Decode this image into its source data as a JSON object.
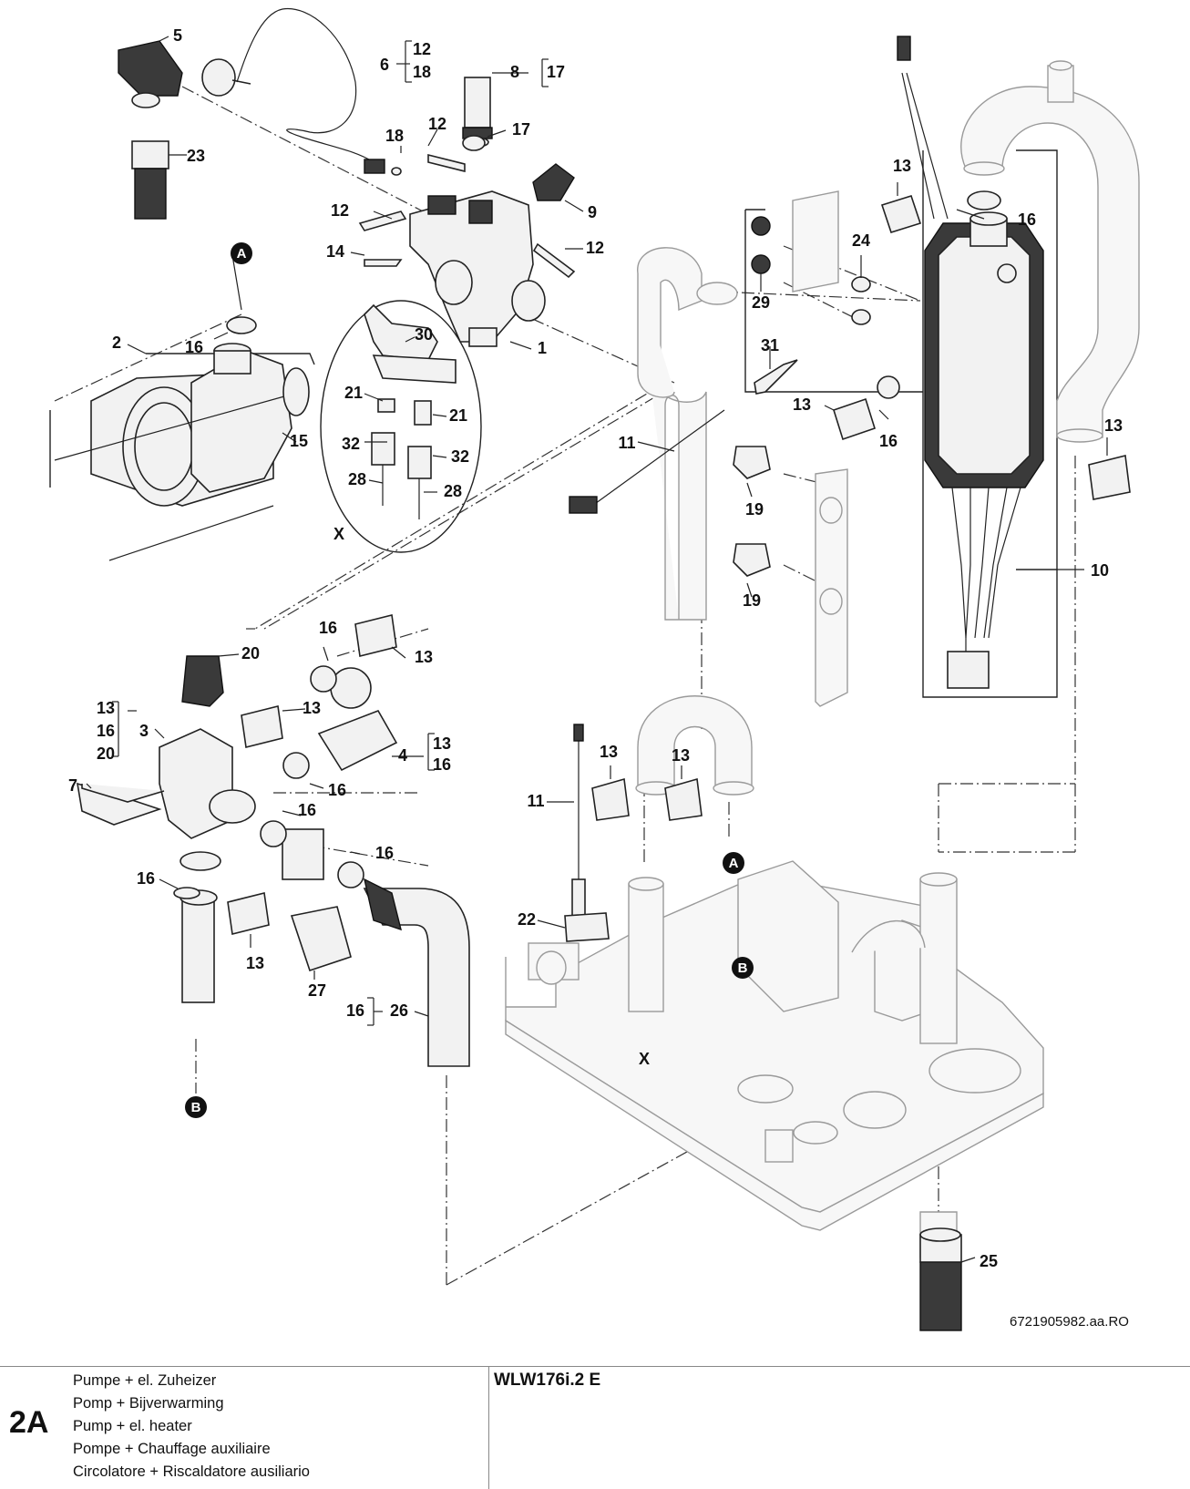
{
  "drawing_number": "6721905982.aa.RO",
  "detail_marker": "X",
  "ref_markers": {
    "a": "A",
    "b": "B"
  },
  "callouts": {
    "c1": "1",
    "c2": "2",
    "c3": "3",
    "c4": "4",
    "c5": "5",
    "c6": "6",
    "c7": "7",
    "c8": "8",
    "c9": "9",
    "c10": "10",
    "c11a": "11",
    "c11b": "11",
    "c12a": "12",
    "c12b": "12",
    "c12c": "12",
    "c12g": "12",
    "c13a": "13",
    "c13b": "13",
    "c13c": "13",
    "c13d": "13",
    "c13e": "13",
    "c13f": "13",
    "c13g": "13",
    "c13h": "13",
    "c13i": "13",
    "c13j": "13",
    "c14": "14",
    "c15": "15",
    "c16a": "16",
    "c16b": "16",
    "c16c": "16",
    "c16d": "16",
    "c16e": "16",
    "c16f": "16",
    "c16g": "16",
    "c16h": "16",
    "c16i": "16",
    "c16j": "16",
    "c16k": "16",
    "c17a": "17",
    "c17b": "17",
    "c18a": "18",
    "c18b": "18",
    "c19a": "19",
    "c19b": "19",
    "c20a": "20",
    "c20b": "20",
    "c21a": "21",
    "c21b": "21",
    "c22": "22",
    "c23": "23",
    "c24": "24",
    "c25": "25",
    "c26": "26",
    "c27": "27",
    "c28a": "28",
    "c28b": "28",
    "c29": "29",
    "c30": "30",
    "c31": "31",
    "c32a": "32",
    "c32b": "32"
  },
  "footer": {
    "code": "2A",
    "titles": [
      "Pumpe + el. Zuheizer",
      "Pomp + Bijverwarming",
      "Pump + el. heater",
      "Pompe + Chauffage auxiliaire",
      "Circolatore + Riscaldatore ausiliario"
    ],
    "model": "WLW176i.2 E"
  }
}
